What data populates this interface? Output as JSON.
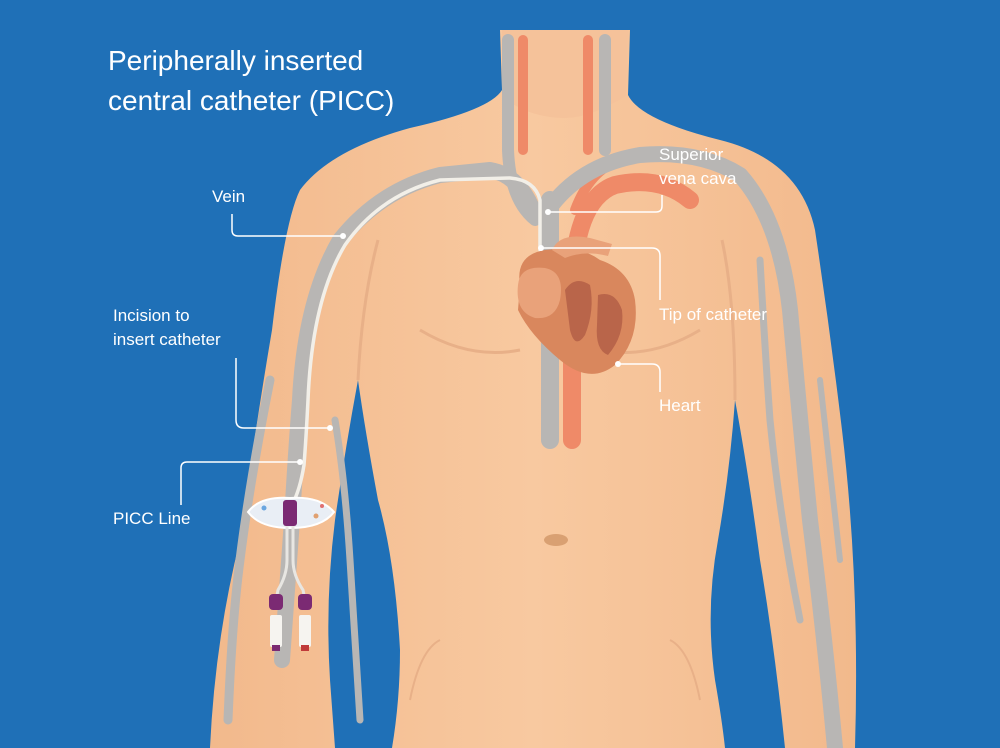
{
  "title": {
    "line1": "Peripherally inserted",
    "line2": "central catheter (PICC)"
  },
  "labels": {
    "vein": "Vein",
    "incision_line1": "Incision to",
    "incision_line2": "insert catheter",
    "picc_line": "PICC Line",
    "svc_line1": "Superior",
    "svc_line2": "vena cava",
    "tip": "Tip of catheter",
    "heart": "Heart"
  },
  "colors": {
    "background": "#1f70b7",
    "skin": "#f7c69c",
    "vein": "#b8b6b4",
    "artery": "#ef8a68",
    "heart": "#d9875d",
    "catheter": "#f2efe8",
    "connector": "#7b2a73",
    "leader_line": "#ffffff"
  }
}
